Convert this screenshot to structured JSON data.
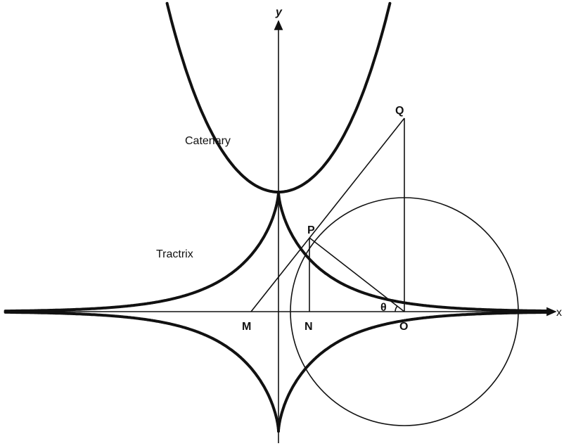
{
  "labels": {
    "y_axis": "y",
    "x_axis": "x",
    "catenary": "Catenary",
    "tractrix": "Tractrix",
    "point_q": "Q",
    "point_p": "P",
    "point_m": "M",
    "point_n": "N",
    "point_o": "O",
    "angle_theta": "θ"
  },
  "colors": {
    "ink": "#111111",
    "background": "#ffffff"
  }
}
